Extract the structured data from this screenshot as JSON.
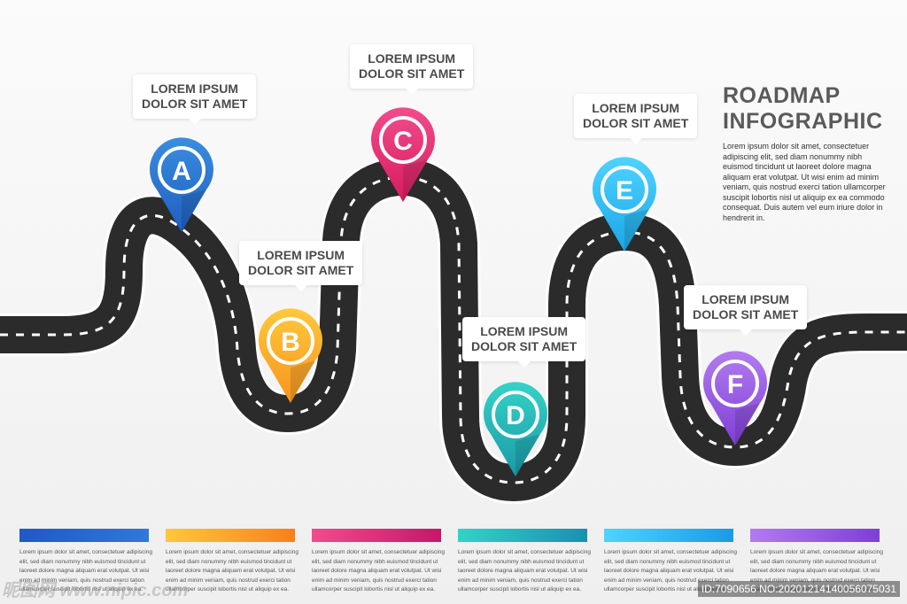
{
  "title": {
    "line1": "ROADMAP",
    "line2": "INFOGRAPHIC"
  },
  "description": "Lorem ipsum dolor sit amet, consectetuer adipiscing elit, sed diam nonummy nibh euismod tincidunt ut laoreet dolore magna aliquam erat volutpat. Ut wisi enim ad minim veniam, quis nostrud exerci tation ullamcorper suscipit lobortis nisl ut aliquip ex ea commodo consequat. Duis autem vel eum iriure dolor in hendrerit in.",
  "milestones": [
    {
      "letter": "A",
      "line1": "LOREM IPSUM",
      "line2": "DOLOR SIT AMET",
      "color": "#1f5fbf",
      "color_light": "#3a8de0"
    },
    {
      "letter": "B",
      "line1": "LOREM IPSUM",
      "line2": "DOLOR SIT AMET",
      "color": "#f7941d",
      "color_light": "#ffc83d"
    },
    {
      "letter": "C",
      "line1": "LOREM IPSUM",
      "line2": "DOLOR SIT AMET",
      "color": "#d81b60",
      "color_light": "#f04c8c"
    },
    {
      "letter": "D",
      "line1": "LOREM IPSUM",
      "line2": "DOLOR SIT AMET",
      "color": "#1a9aa8",
      "color_light": "#35d2c6"
    },
    {
      "letter": "E",
      "line1": "LOREM IPSUM",
      "line2": "DOLOR SIT AMET",
      "color": "#1aa6e6",
      "color_light": "#4fd3ff"
    },
    {
      "letter": "F",
      "line1": "LOREM IPSUM",
      "line2": "DOLOR SIT AMET",
      "color": "#7e3fd6",
      "color_light": "#b27bf0"
    }
  ],
  "footer_text": "Lorem ipsum dolor sit amet, consectetuer adipiscing elit, sed diam nonummy nibh euismod tincidunt ut laoreet dolore magna aliquam erat volutpat. Ut wisi enim ad minim veniam, quis nostrud exerci tation ullamcorper suscipit lobortis nisl ut aliquip ex ea.",
  "footer_bars": [
    {
      "color_start": "#2257c7",
      "color_end": "#2f79d8"
    },
    {
      "color_start": "#ffc83d",
      "color_end": "#f7801d"
    },
    {
      "color_start": "#f04c8c",
      "color_end": "#c8166a"
    },
    {
      "color_start": "#35d2c6",
      "color_end": "#1a8fb0"
    },
    {
      "color_start": "#4fd3ff",
      "color_end": "#1a9ae6"
    },
    {
      "color_start": "#b27bf0",
      "color_end": "#7e3fd6"
    }
  ],
  "watermark_left": "昵图网 www.nipic.com",
  "watermark_right": "ID:7090656 NO:20201214140056075031"
}
